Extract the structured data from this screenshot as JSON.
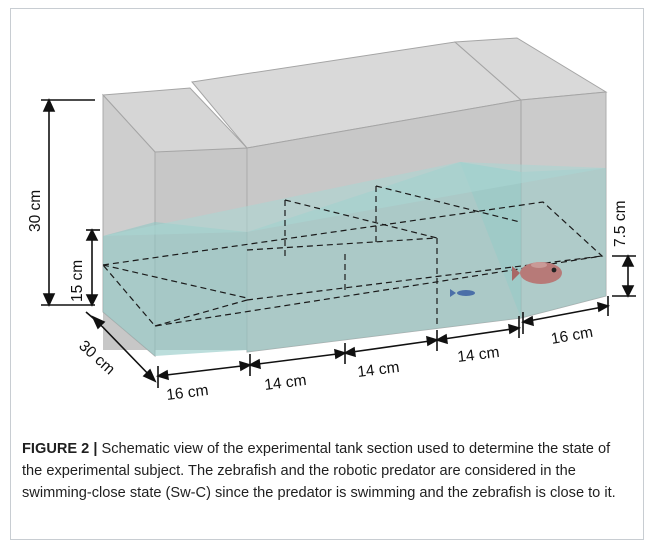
{
  "figure": {
    "dimension_labels": {
      "tank_height": "30 cm",
      "water_height": "15 cm",
      "tank_depth": "30 cm",
      "side_width": "16 cm",
      "section_1": "14 cm",
      "section_2": "14 cm",
      "section_3": "14 cm",
      "side_width_right": "16 cm",
      "zone_height": "7.5 cm"
    }
  },
  "caption": {
    "label": "FIGURE 2 |",
    "text": " Schematic view of the experimental tank section used to determine the state of the experimental subject. The zebrafish and the robotic predator are considered in the swimming-close state (Sw-C) since the predator is swimming and the zebrafish is close to it."
  }
}
